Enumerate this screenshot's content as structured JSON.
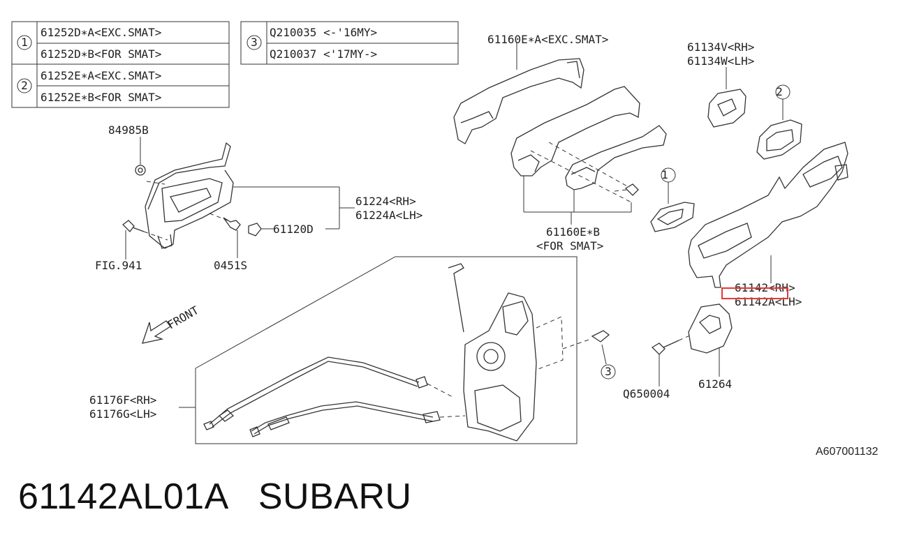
{
  "legend_table_1": {
    "rows": [
      {
        "key": "1",
        "text": "61252D∗A<EXC.SMAT>"
      },
      {
        "key": "1",
        "text": "61252D∗B<FOR SMAT>"
      },
      {
        "key": "2",
        "text": "61252E∗A<EXC.SMAT>"
      },
      {
        "key": "2",
        "text": "61252E∗B<FOR SMAT>"
      }
    ]
  },
  "legend_table_2": {
    "key": "3",
    "rows": [
      {
        "text": "Q210035   <-'16MY>"
      },
      {
        "text": "Q210037   <'17MY->"
      }
    ]
  },
  "labels": {
    "p84985b": "84985B",
    "p61224_rh": "61224<RH>",
    "p61224_lh": "61224A<LH>",
    "p61120d": "61120D",
    "fig941": "FIG.941",
    "p0451s": "0451S",
    "p61160a": "61160E∗A<EXC.SMAT>",
    "p61160b_1": "61160E∗B",
    "p61160b_2": "<FOR SMAT>",
    "p61134v": "61134V<RH>",
    "p61134w": "61134W<LH>",
    "p61142_rh": "61142<RH>",
    "p61142_lh": "61142A<LH>",
    "p61264": "61264",
    "q650004": "Q650004",
    "p61176f": "61176F<RH>",
    "p61176g": "61176G<LH>",
    "front": "FRONT",
    "callout1": "1",
    "callout2": "2",
    "callout3": "3",
    "ref_code": "A607001132"
  },
  "footer": {
    "part_number": "61142AL01A",
    "brand": "SUBARU"
  },
  "colors": {
    "highlight": "#e53935",
    "line": "#333333"
  }
}
